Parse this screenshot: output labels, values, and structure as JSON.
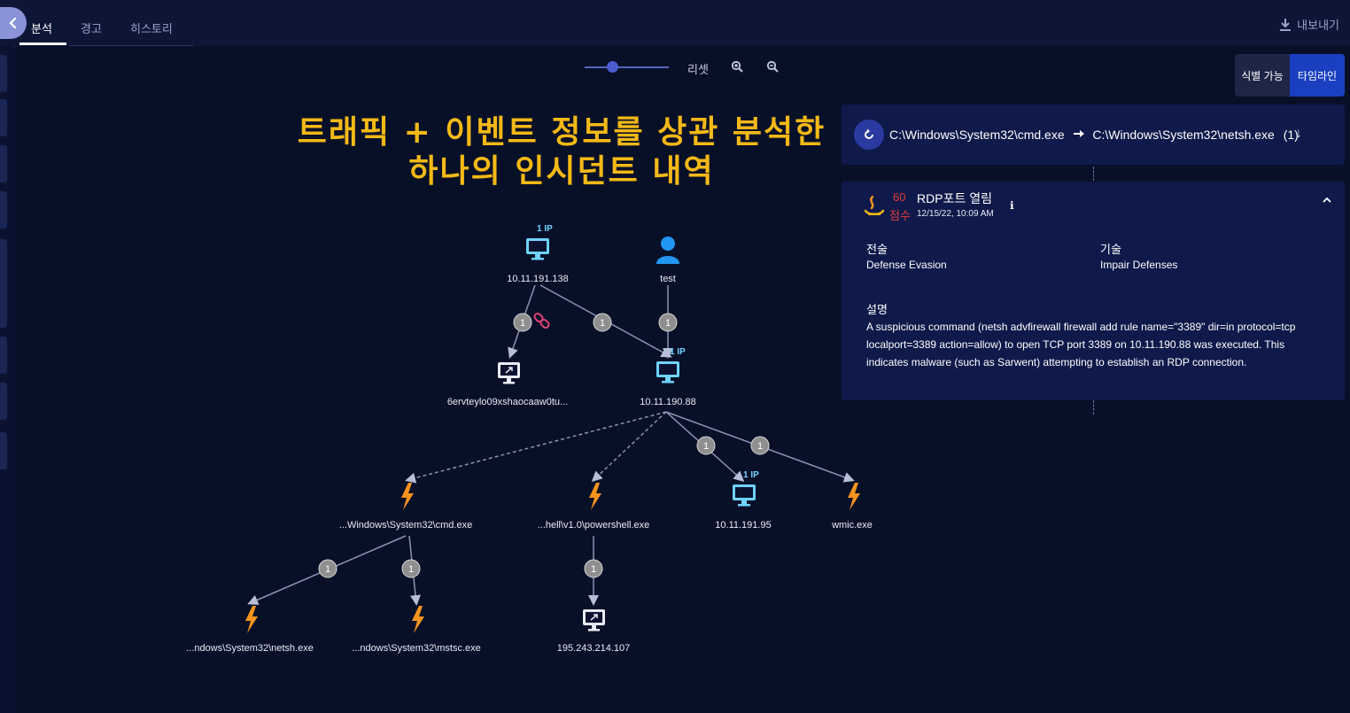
{
  "tabs": [
    {
      "label": "분석",
      "active": true
    },
    {
      "label": "경고",
      "active": false
    },
    {
      "label": "히스토리",
      "active": false
    }
  ],
  "toolbar": {
    "export_label": "내보내기",
    "reset_label": "리셋"
  },
  "mode_toggle": {
    "identifiable_label": "식별 가능",
    "timeline_label": "타임라인",
    "active": "timeline"
  },
  "headline": {
    "line1": "트래픽 + 이벤트 정보를 상관 분석한",
    "line2": "하나의 인시던트 내역"
  },
  "graph": {
    "nodes": {
      "host_138": {
        "label": "10.11.191.138",
        "badge": "1 IP"
      },
      "user_test": {
        "label": "test"
      },
      "unknown_host": {
        "label": "6ervteylo09xshaocaaw0tu..."
      },
      "host_88": {
        "label": "10.11.190.88",
        "badge": "1 IP"
      },
      "proc_cmd": {
        "label": "...Windows\\System32\\cmd.exe"
      },
      "proc_powershell": {
        "label": "...hell\\v1.0\\powershell.exe"
      },
      "host_95": {
        "label": "10.11.191.95",
        "badge": "1 IP"
      },
      "proc_wmic": {
        "label": "wmic.exe"
      },
      "proc_netsh": {
        "label": "...ndows\\System32\\netsh.exe"
      },
      "proc_mstsc": {
        "label": "...ndows\\System32\\mstsc.exe"
      },
      "ext_host": {
        "label": "195.243.214.107"
      }
    },
    "edge_count_label": "1"
  },
  "panel": {
    "path_from": "C:\\Windows\\System32\\cmd.exe",
    "path_to": "C:\\Windows\\System32\\netsh.exe",
    "path_count": "(1)",
    "alert": {
      "score": "60",
      "score_label": "점수",
      "title": "RDP포트 열림",
      "date": "12/15/22, 10:09 AM",
      "tactic_label": "전술",
      "tactic_value": "Defense Evasion",
      "technique_label": "기술",
      "technique_value": "Impair Defenses",
      "description_label": "설명",
      "description": "A suspicious command (netsh advfirewall firewall add rule name=\"3389\" dir=in protocol=tcp localport=3389 action=allow) to open TCP port 3389 on 10.11.190.88 was executed. This indicates malware (such as Sarwent) attempting to establish an RDP connection."
    }
  },
  "colors": {
    "accent_yellow": "#f5b916",
    "monitor_blue": "#6fd2ff",
    "user_blue": "#2196f3",
    "process_orange": "#f7941d",
    "score_red": "#e23c3c",
    "toggle_active": "#1a3fc0"
  }
}
